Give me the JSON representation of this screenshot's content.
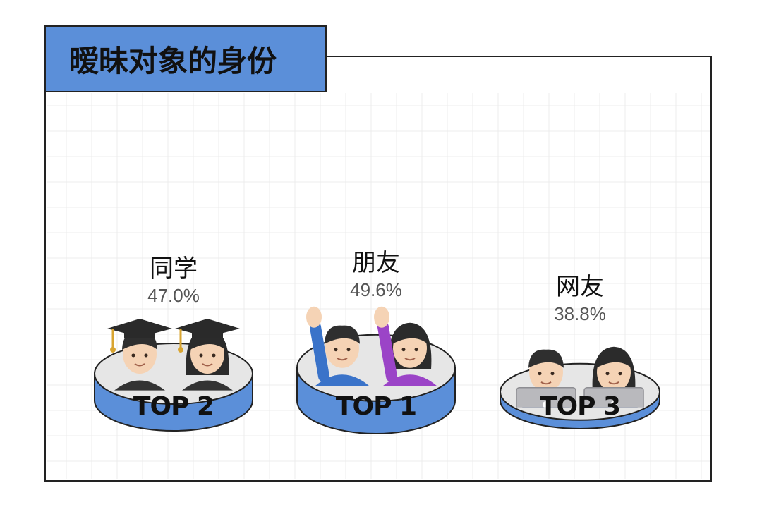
{
  "title": "暧昧对象的身份",
  "colors": {
    "accent_blue": "#5b8fd9",
    "podium_top": "#e6e6e6",
    "outline": "#222222",
    "grid": "#ececec"
  },
  "chart_data": {
    "type": "bar",
    "title": "暧昧对象的身份",
    "categories": [
      "同学",
      "朋友",
      "网友"
    ],
    "values": [
      47.0,
      49.6,
      38.8
    ],
    "value_labels": [
      "47.0%",
      "49.6%",
      "38.8%"
    ],
    "ranks": [
      "TOP 2",
      "TOP 1",
      "TOP 3"
    ],
    "unit": "%",
    "grid": true,
    "icons": [
      "graduate-pair-icon",
      "raised-hand-pair-icon",
      "laptop-pair-icon"
    ]
  }
}
